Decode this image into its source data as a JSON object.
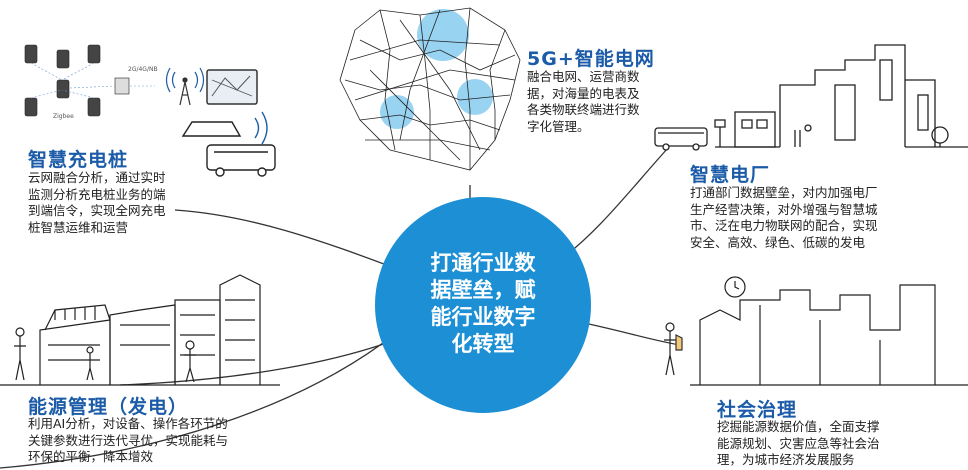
{
  "center": {
    "line1": "打通行业数",
    "line2": "据壁垒，赋",
    "line3": "能行业数字",
    "line4": "化转型"
  },
  "sections": {
    "charging": {
      "title": "智慧充电桩",
      "desc": [
        "云网融合分析，通过实时",
        "监测分析充电桩业务的端",
        "到端信令，实现全网充电",
        "桩智慧运维和运营"
      ]
    },
    "grid": {
      "title": "5G+智能电网",
      "desc": [
        "融合电网、运营商数",
        "据，对海量的电表及",
        "各类物联终端进行数",
        "字化管理。"
      ]
    },
    "plant": {
      "title": "智慧电厂",
      "desc": [
        "打通部门数据壁垒，对内加强电厂",
        "生产经营决策，对外增强与智慧城",
        "市、泛在电力物联网的配合，实现",
        "安全、高效、绿色、低碳的发电"
      ]
    },
    "energy": {
      "title": "能源管理（发电）",
      "desc": [
        "利用AI分析，对设备、操作各环节的",
        "关键参数进行迭代寻优，实现能耗与",
        "环保的平衡，降本增效"
      ]
    },
    "society": {
      "title": "社会治理",
      "desc": [
        "挖掘能源数据价值，全面支撑",
        "能源规划、灾害应急等社会治",
        "理，为城市经济发展服务"
      ]
    }
  },
  "device_labels": {
    "network": "2G/4G/NB",
    "zigbee": "Zigbee"
  },
  "colors": {
    "accent": "#1b5ba8",
    "circle": "#1d8fd4",
    "map_blob": "#7fc8ef"
  }
}
